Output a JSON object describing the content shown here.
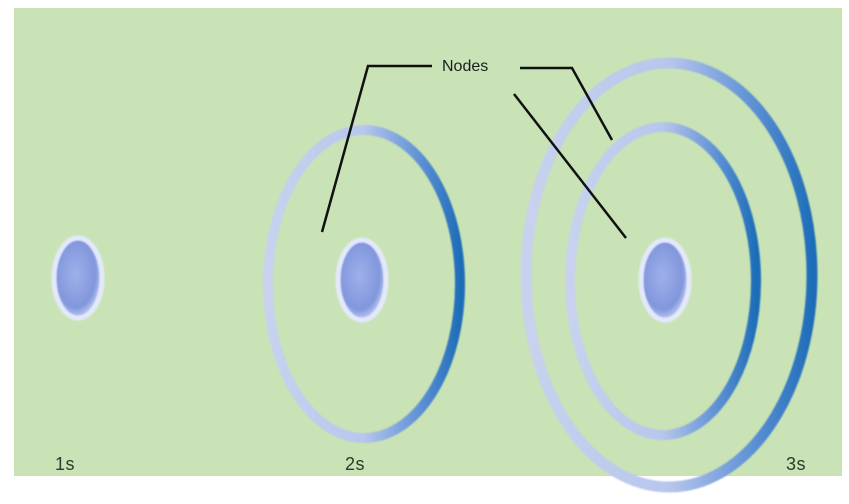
{
  "callout": {
    "text": "Nodes"
  },
  "orbitals": [
    {
      "label": "1s",
      "nodes": 0
    },
    {
      "label": "2s",
      "nodes": 1
    },
    {
      "label": "3s",
      "nodes": 2
    }
  ],
  "colors": {
    "background": "#c9e3b6",
    "ring_light": "#c8d2ee",
    "ring_dark": "#1e6db8",
    "core": "#8fa2e0",
    "leader_line": "#111111"
  }
}
